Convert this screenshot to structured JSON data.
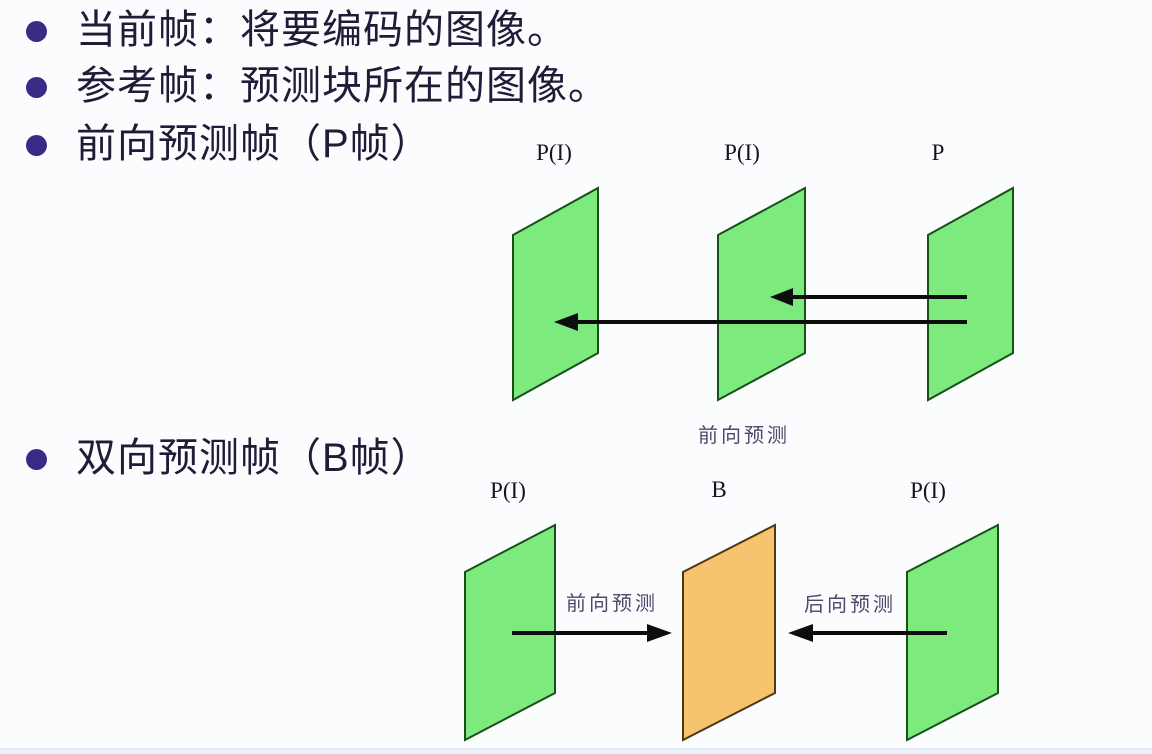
{
  "slide": {
    "bullets": [
      "当前帧：将要编码的图像。",
      "参考帧：预测块所在的图像。",
      "前向预测帧（P帧）",
      "双向预测帧（B帧）"
    ],
    "diagram_p": {
      "frame_labels": [
        "P(I)",
        "P(I)",
        "P"
      ],
      "caption": "前向预测"
    },
    "diagram_b": {
      "frame_labels": [
        "P(I)",
        "B",
        "P(I)"
      ],
      "forward_label": "前向预测",
      "backward_label": "后向预测"
    },
    "colors": {
      "bullet": "#3a2a86",
      "body_text": "#221b38",
      "frame_green_fill": "#7cea7c",
      "frame_green_border": "#1a4f1a",
      "frame_orange_fill": "#f6c46e",
      "frame_orange_border": "#4d3813",
      "arrow": "#0d0d0d",
      "caption_text": "#51476a",
      "background": "#fbfcfe",
      "bottom_bar": "#e9eff7"
    }
  }
}
